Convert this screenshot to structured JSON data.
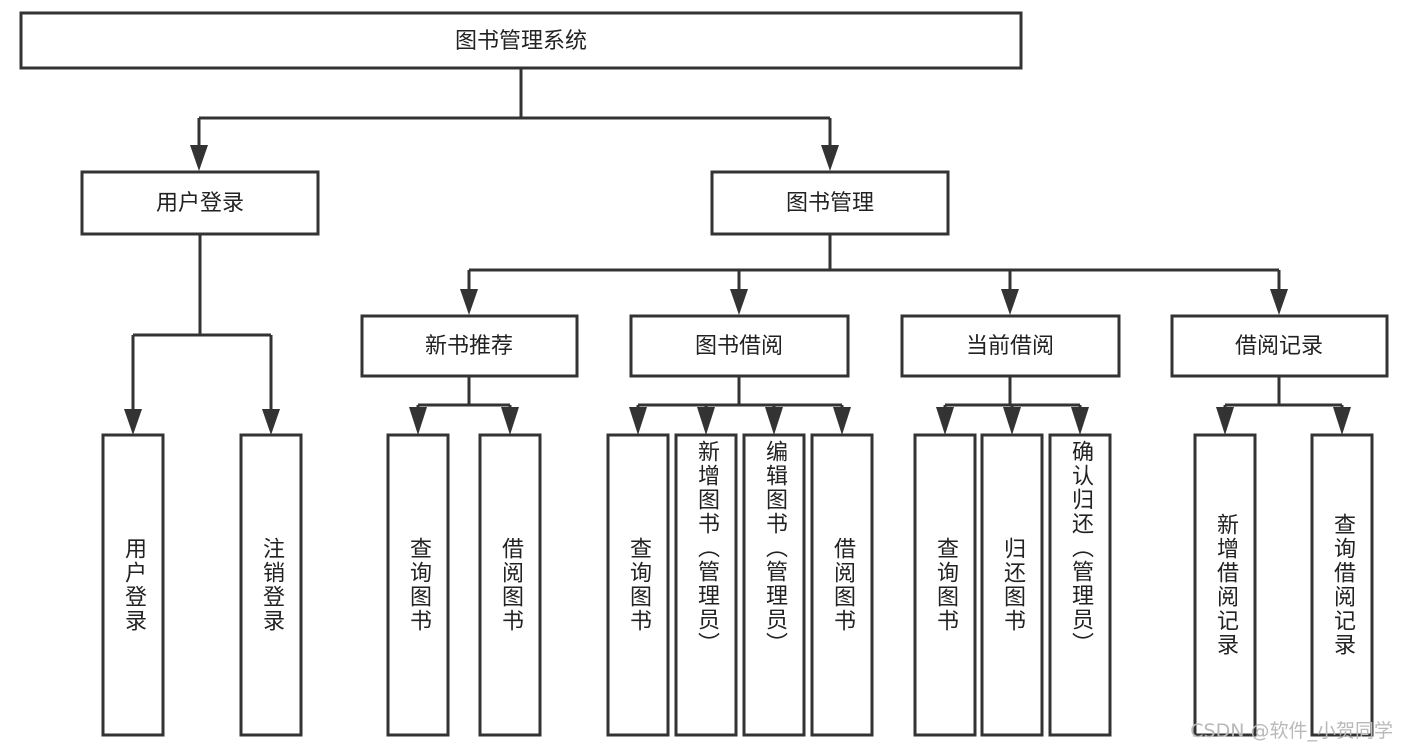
{
  "diagram": {
    "type": "tree",
    "title": "图书管理系统",
    "watermark": "CSDN @软件_小贺同学",
    "root": {
      "label": "图书管理系统",
      "level": 1
    },
    "level2": [
      {
        "label": "用户登录"
      },
      {
        "label": "图书管理"
      }
    ],
    "level3": [
      {
        "label": "新书推荐",
        "parent": "图书管理"
      },
      {
        "label": "图书借阅",
        "parent": "图书管理"
      },
      {
        "label": "当前借阅",
        "parent": "图书管理"
      },
      {
        "label": "借阅记录",
        "parent": "图书管理"
      }
    ],
    "leaves": {
      "user_login": [
        {
          "label": "用户登录"
        },
        {
          "label": "注销登录"
        }
      ],
      "new_book_recommend": [
        {
          "label": "查询图书"
        },
        {
          "label": "借阅图书"
        }
      ],
      "book_borrow": [
        {
          "label": "查询图书"
        },
        {
          "label": "新增图书（管理员）"
        },
        {
          "label": "编辑图书（管理员）"
        },
        {
          "label": "借阅图书"
        }
      ],
      "current_borrow": [
        {
          "label": "查询图书"
        },
        {
          "label": "归还图书"
        },
        {
          "label": "确认归还（管理员）"
        }
      ],
      "borrow_record": [
        {
          "label": "新增借阅记录"
        },
        {
          "label": "查询借阅记录"
        }
      ]
    },
    "colors": {
      "stroke": "#333333",
      "fill": "#ffffff",
      "text": "#222222",
      "watermark": "#b9b9b9",
      "background": "#ffffff"
    }
  }
}
